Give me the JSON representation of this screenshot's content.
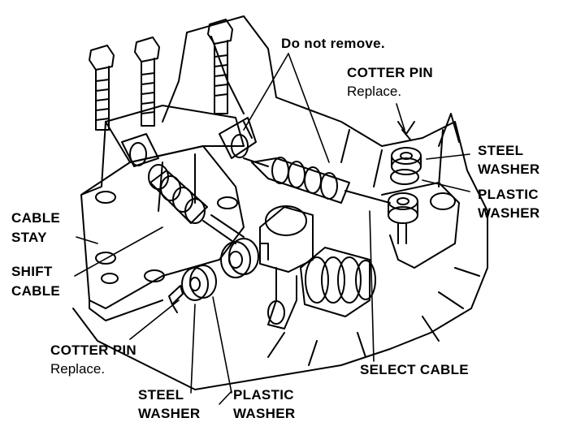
{
  "labels": {
    "do_not_remove": "Do not remove.",
    "cotter_pin_top": "COTTER PIN",
    "replace_top": "Replace.",
    "steel_washer_right_1": "STEEL",
    "steel_washer_right_2": "WASHER",
    "plastic_washer_right_1": "PLASTIC",
    "plastic_washer_right_2": "WASHER",
    "cable_stay_1": "CABLE",
    "cable_stay_2": "STAY",
    "shift_cable_1": "SHIFT",
    "shift_cable_2": "CABLE",
    "cotter_pin_bottom": "COTTER PIN",
    "replace_bottom": "Replace.",
    "select_cable": "SELECT CABLE",
    "steel_washer_bottom_1": "STEEL",
    "steel_washer_bottom_2": "WASHER",
    "plastic_washer_bottom_1": "PLASTIC",
    "plastic_washer_bottom_2": "WASHER"
  },
  "colors": {
    "ink": "#000000",
    "paper": "#ffffff"
  }
}
